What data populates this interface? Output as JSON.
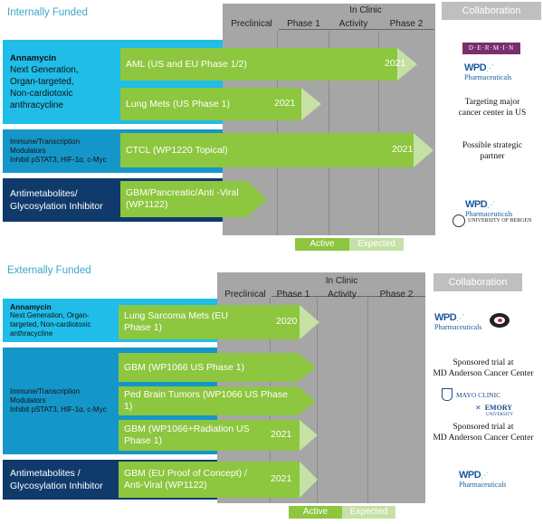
{
  "internal": {
    "title": "Internally Funded",
    "header": {
      "in_clinic": "In Clinic",
      "preclinical": "Preclinical",
      "phase1": "Phase 1",
      "activity": "Activity",
      "phase2": "Phase 2"
    },
    "collab_title": "Collaboration",
    "cat_annamycin": {
      "name": "Annamycin",
      "line1": "Next Generation,",
      "line2": "Organ-targeted,",
      "line3": "Non-cardiotoxic",
      "line4": "anthracycline"
    },
    "cat_immune": {
      "line1": "Immune/Transcription",
      "line2": "Modulators",
      "line3": "Inhibit pSTAT3, HIF-1α, c-Myc"
    },
    "cat_anti": {
      "line1": "Antimetabolites/",
      "line2": "Glycosylation Inhibitor"
    },
    "arrows": {
      "aml": {
        "label": "AML (US and EU Phase 1/2)",
        "year": "2021"
      },
      "lung": {
        "label": "Lung Mets (US Phase 1)",
        "year": "2021"
      },
      "ctcl": {
        "label": "CTCL (WP1220 Topical)",
        "year": "2021"
      },
      "gbm": {
        "line1": "GBM/Pancreatic/Anti -Viral",
        "line2": "(WP1122)"
      }
    },
    "collab": {
      "dermin": "D·E·R·M·I·N",
      "wpd": "WPD",
      "pharma": "Pharmaceuticals",
      "targeting1": "Targeting major",
      "targeting2": "cancer center in US",
      "strategic1": "Possible strategic",
      "strategic2": "partner",
      "bergen": "UNIVERSITY OF BERGEN"
    },
    "legend": {
      "active": "Active",
      "expected": "Expected"
    }
  },
  "external": {
    "title": "Externally Funded",
    "header": {
      "in_clinic": "In Clinic",
      "preclinical": "Preclinical",
      "phase1": "Phase 1",
      "activity": "Activity",
      "phase2": "Phase 2"
    },
    "collab_title": "Collaboration",
    "cat_annamycin": {
      "name": "Annamycin",
      "line1": "Next Generation, Organ-",
      "line2": "targeted, Non-cardiotoxic",
      "line3": "anthracycline"
    },
    "cat_immune": {
      "line1": "Immune/Transcription",
      "line2": "Modulators",
      "line3": "Inhibit pSTAT3, HIF-1α, c-Myc"
    },
    "cat_anti": {
      "line1": "Antimetabolites /",
      "line2": "Glycosylation Inhibitor"
    },
    "arrows": {
      "lung": {
        "line1": "Lung Sarcoma Mets (EU",
        "line2": "Phase 1)",
        "year": "2020"
      },
      "gbm1066": {
        "label": "GBM (WP1066 US Phase 1)"
      },
      "ped": {
        "label": "Ped Brain Tumors (WP1066 US Phase 1)"
      },
      "gbmrad": {
        "line1": "GBM (WP1066+Radiation US",
        "line2": "Phase 1)",
        "year": "2021"
      },
      "gbmeu": {
        "line1": "GBM (EU Proof of Concept) /",
        "line2": "Anti-Viral (WP1122)",
        "year": "2021"
      }
    },
    "collab": {
      "wpd": "WPD",
      "pharma": "Pharmaceuticals",
      "md1a": "Sponsored trial at",
      "md1b": "MD Anderson Cancer Center",
      "mayo": "MAYO CLINIC",
      "emory": "EMORY",
      "emory_sub": "UNIVERSITY",
      "md2a": "Sponsored trial at",
      "md2b": "MD Anderson Cancer Center"
    },
    "legend": {
      "active": "Active",
      "expected": "Expected"
    }
  },
  "colors": {
    "active": "#8dc63f",
    "expected": "#c5e1a5",
    "grid": "#a6a6a6",
    "cat_light": "#1fbde8",
    "cat_mid": "#1596c9",
    "cat_dark": "#0f3a6b"
  }
}
